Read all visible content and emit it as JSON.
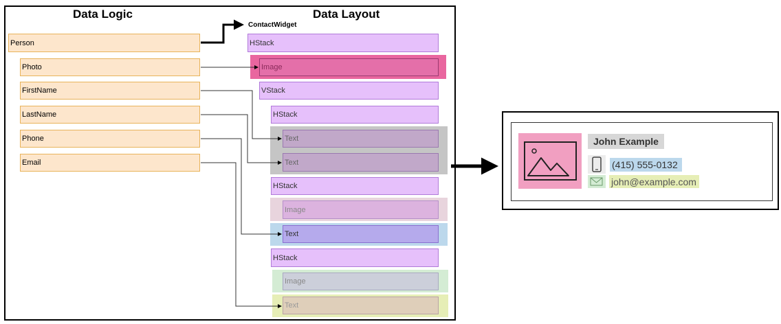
{
  "headings": {
    "logic": "Data Logic",
    "layout": "Data Layout"
  },
  "widget_label": "ContactWidget",
  "logic_nodes": [
    "Person",
    "Photo",
    "FirstName",
    "LastName",
    "Phone",
    "Email"
  ],
  "layout_nodes": [
    "HStack",
    "Image",
    "VStack",
    "HStack",
    "Text",
    "Text",
    "HStack",
    "Image",
    "Text",
    "HStack",
    "Image",
    "Text"
  ],
  "card": {
    "name": "John Example",
    "phone": "(415) 555-0132",
    "email": "john@example.com"
  },
  "icons": [
    "image-icon",
    "phone-icon",
    "mail-icon"
  ],
  "colors": {
    "logic_fill": "#fde6cc",
    "layout_fill": "#e6c0fb",
    "image_highlight": "#f19fc1",
    "name_highlight": "#d7d7d7",
    "phone_highlight": "#bcd8ec",
    "email_highlight": "#e6eeb6",
    "image_small_highlight": "#d4ecd4"
  }
}
